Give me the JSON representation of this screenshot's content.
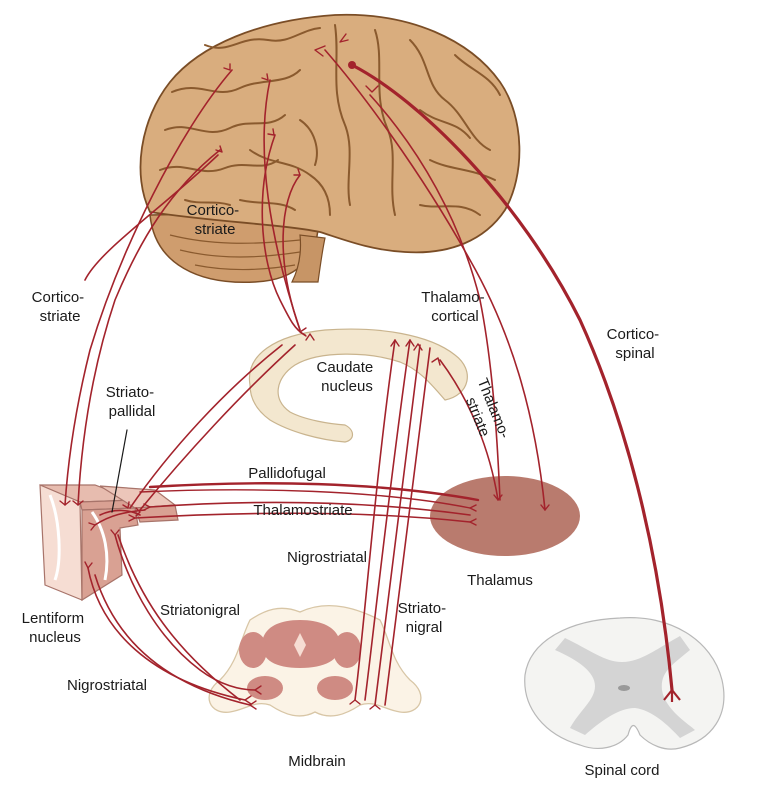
{
  "labels": {
    "cortico_striate_top": [
      "Cortico-",
      "striate"
    ],
    "cortico_striate_left": [
      "Cortico-",
      "striate"
    ],
    "thalamo_cortical": [
      "Thalamo-",
      "cortical"
    ],
    "cortico_spinal": [
      "Cortico-",
      "spinal"
    ],
    "caudate_nucleus": [
      "Caudate",
      "nucleus"
    ],
    "thalamo_striate": [
      "Thalamo-",
      "striate"
    ],
    "striato_pallidal": [
      "Striato-",
      "pallidal"
    ],
    "pallidofugal": "Pallidofugal",
    "thalamostriate": "Thalamostriate",
    "nigrostriatal_mid": "Nigrostriatal",
    "thalamus": "Thalamus",
    "striato_nigral": [
      "Striato-",
      "nigral"
    ],
    "striatonigral": "Striatonigral",
    "lentiform_nucleus": [
      "Lentiform",
      "nucleus"
    ],
    "nigrostriatal_low": "Nigrostriatal",
    "midbrain": "Midbrain",
    "spinal_cord": "Spinal cord"
  },
  "colors": {
    "fiber": "#a3232c",
    "brain": "#d9ad7e",
    "sulcus": "#8a5a2e",
    "caudate": "#f3e7cf",
    "thalamus": "#b97b6e",
    "lentiform_face": "#f6ddd3",
    "lentiform_side": "#d9a193",
    "midbrain": "#fbf3e6",
    "midbrain_nuclei": "#cf8b83",
    "spinal_gray": "#d4d4d4",
    "text": "#1a1a1a"
  }
}
